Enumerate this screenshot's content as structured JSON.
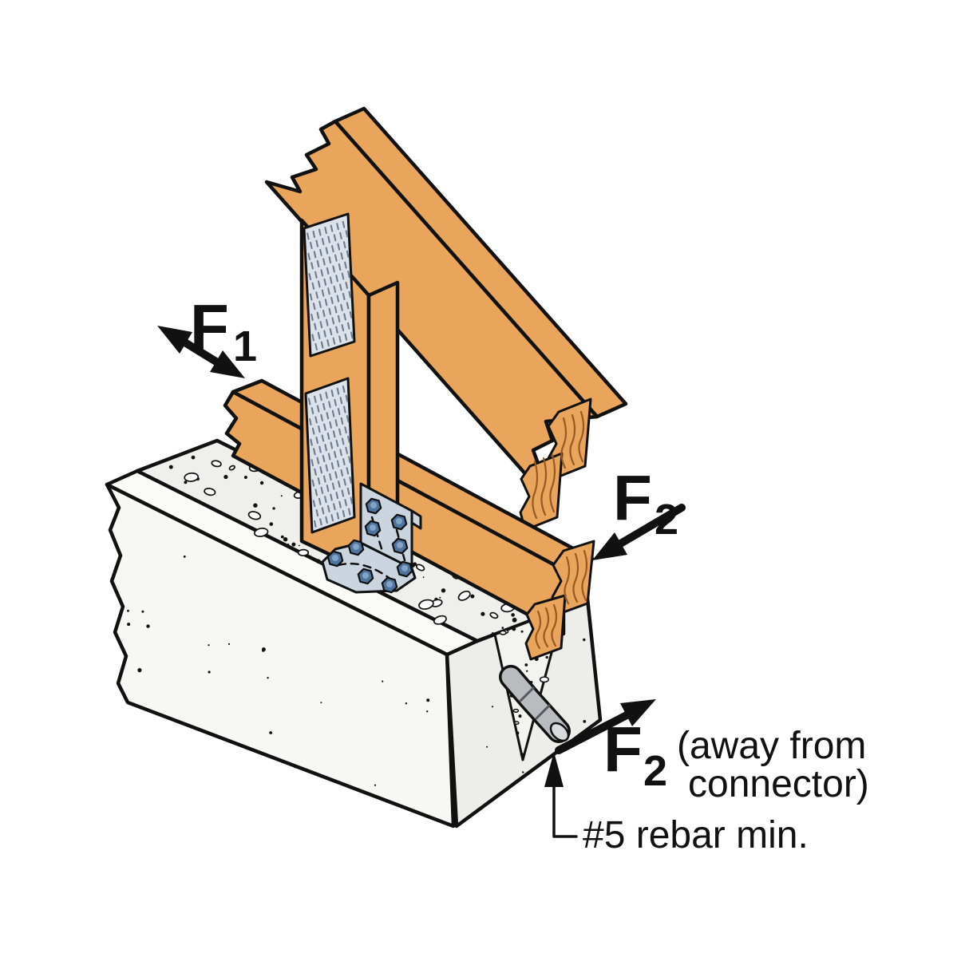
{
  "diagram": {
    "force_labels": {
      "f1": {
        "symbol": "F",
        "subscript": "1"
      },
      "f2_member_end": {
        "symbol": "F",
        "subscript": "2"
      },
      "f2_away": {
        "symbol": "F",
        "subscript": "2",
        "annotation_line1": "(away from",
        "annotation_line2": "connector)"
      }
    },
    "callouts": {
      "rebar": "#5 rebar min."
    },
    "colors": {
      "wood": "#E9A55C",
      "wood_grain": "#96591F",
      "outline": "#111111",
      "concrete_top": "#EFEFEC",
      "concrete_front": "#F7F7F4",
      "concrete_end": "#EDEDEA",
      "concrete_chamfer": "#FBFBF8",
      "concrete_wedge": "#F3F3F0",
      "speckle_blob": "#FFFFFF",
      "nail_plate": "#DCE2EA",
      "nail_plate_teeth": "#6F7A8E",
      "bracket": "#CBD5E0",
      "bolt": "#4E739C",
      "bolt_highlight": "#83A3C6",
      "rebar": "#B9BCBF",
      "rebar_cap": "#D8DADC",
      "arrow": "#111111"
    }
  }
}
